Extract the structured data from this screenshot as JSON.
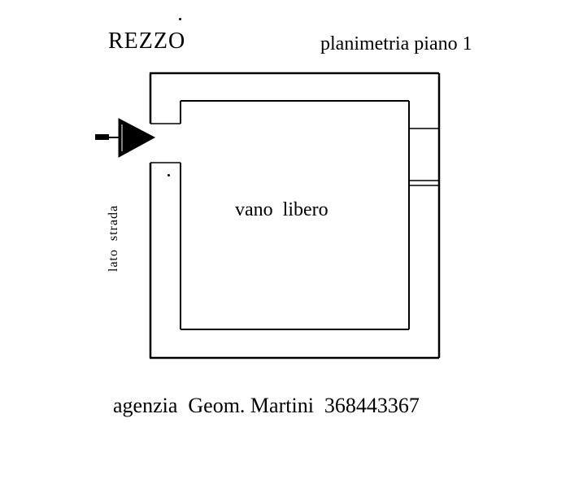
{
  "page": {
    "background": "#ffffff",
    "ink": "#000000"
  },
  "header": {
    "location_title": "REZZO",
    "drawing_title": "planimetria piano 1"
  },
  "plan": {
    "room_label": "vano  libero",
    "street_side_label": "lato  strada"
  },
  "footer": {
    "agency_line": "agenzia  Geom. Martini  368443367"
  }
}
